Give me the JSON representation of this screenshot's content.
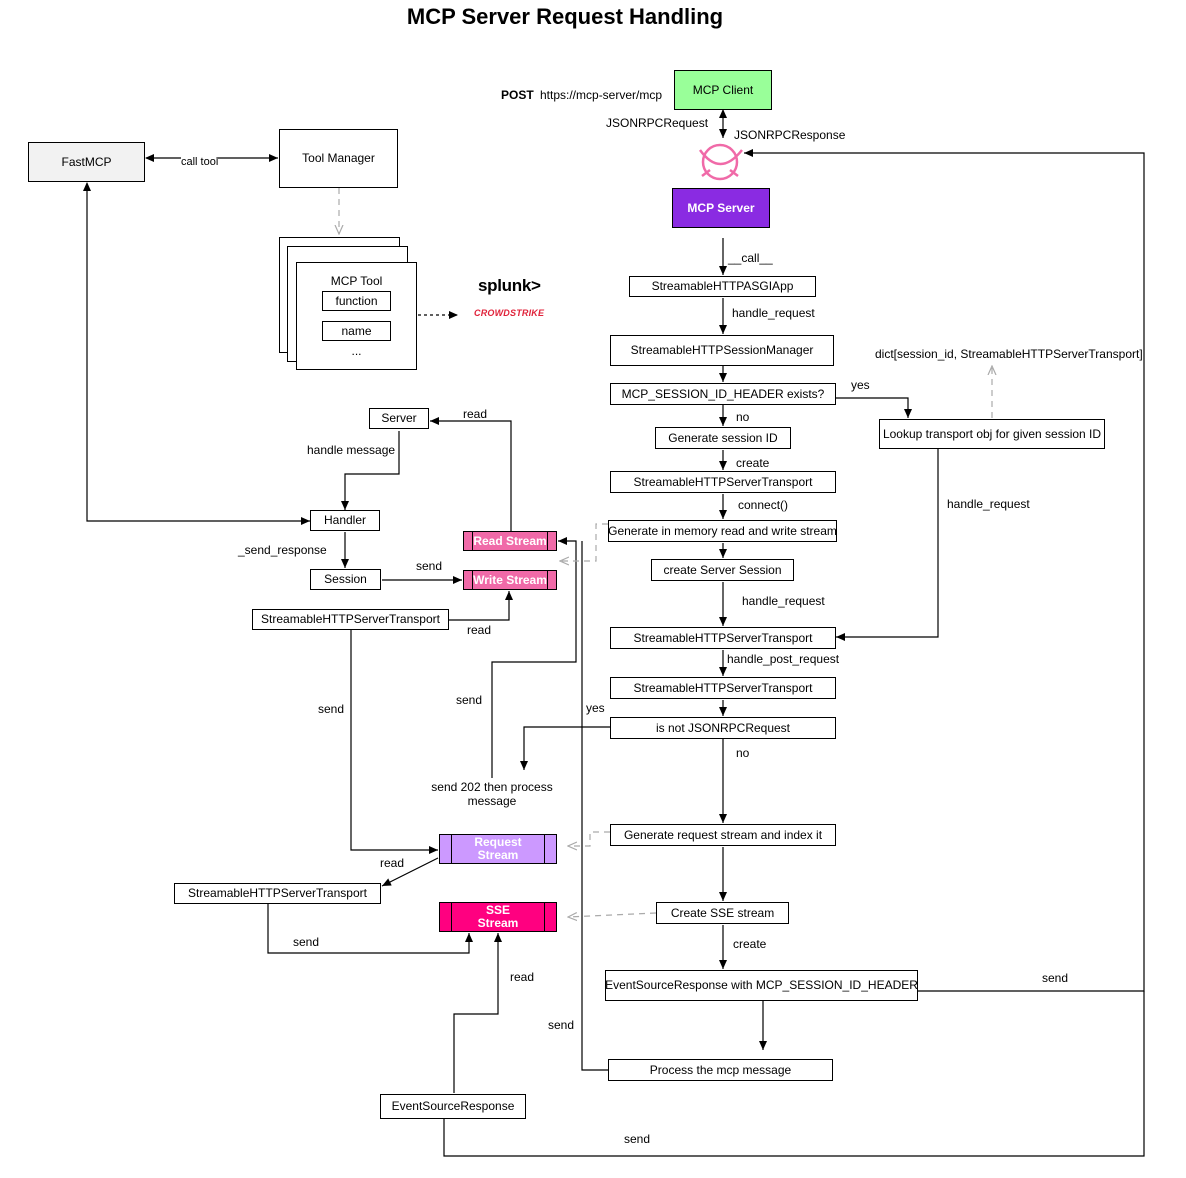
{
  "title": "MCP Server Request Handling",
  "top": {
    "post": "POST",
    "url": "https://mcp-server/mcp",
    "client": "MCP Client",
    "jsonrpc_request": "JSONRPCRequest",
    "jsonrpc_response": "JSONRPCResponse",
    "server": "MCP Server"
  },
  "left": {
    "fastmcp": "FastMCP",
    "call_tool": "call tool",
    "tool_manager": "Tool Manager",
    "mcp_tool": "MCP Tool",
    "function": "function",
    "name": "name",
    "ellipsis": "...",
    "server": "Server",
    "handle_message": "handle message",
    "handler": "Handler",
    "send_response": "_send_response",
    "session": "Session",
    "transport1": "StreamableHTTPServerTransport",
    "transport2": "StreamableHTTPServerTransport",
    "send_202": "send 202 then process message",
    "event_source_response": "EventSourceResponse"
  },
  "logos": {
    "splunk": "splunk>",
    "crowdstrike": "CROWDSTRIKE"
  },
  "streams": {
    "read": "Read Stream",
    "write": "Write Stream",
    "request": "Request Stream",
    "sse": "SSE Stream"
  },
  "flow": {
    "call": "__call__",
    "asgi_app": "StreamableHTTPASGIApp",
    "handle_request_1": "handle_request",
    "session_manager": "StreamableHTTPSessionManager",
    "header_exists": "MCP_SESSION_ID_HEADER exists?",
    "yes_1": "yes",
    "no_1": "no",
    "dict": "dict[session_id, StreamableHTTPServerTransport]",
    "lookup": "Lookup transport obj for given session ID",
    "generate_session": "Generate session ID",
    "create_1": "create",
    "transport_a": "StreamableHTTPServerTransport",
    "connect": "connect()",
    "generate_streams": "Generate in memory read and write stream",
    "create_server_session": "create Server Session",
    "handle_request_2": "handle_request",
    "handle_request_3": "handle_request",
    "transport_b": "StreamableHTTPServerTransport",
    "handle_post_request": "handle_post_request",
    "transport_c": "StreamableHTTPServerTransport",
    "not_jsonrpc": "is not JSONRPCRequest",
    "yes_2": "yes",
    "no_2": "no",
    "generate_request_stream": "Generate request stream and index it",
    "create_sse": "Create SSE stream",
    "create_2": "create",
    "event_source_header": "EventSourceResponse with MCP_SESSION_ID_HEADER",
    "process_message": "Process the mcp message"
  },
  "edges": {
    "read_server": "read",
    "send_write": "send",
    "read_write": "read",
    "send_left": "send",
    "send_mid": "send",
    "read_request": "read",
    "send_sse": "send",
    "read_sse": "read",
    "send_process": "send",
    "send_right": "send",
    "send_bottom": "send"
  },
  "colors": {
    "client": "#99ff99",
    "server": "#8a2be2",
    "fastmcp": "#f2f2f2",
    "read_stream": "#f06aa8",
    "write_stream": "#f06aa8",
    "request_stream": "#cc99ff",
    "sse_stream": "#ff0080",
    "logo_ring": "#f06aa8"
  }
}
